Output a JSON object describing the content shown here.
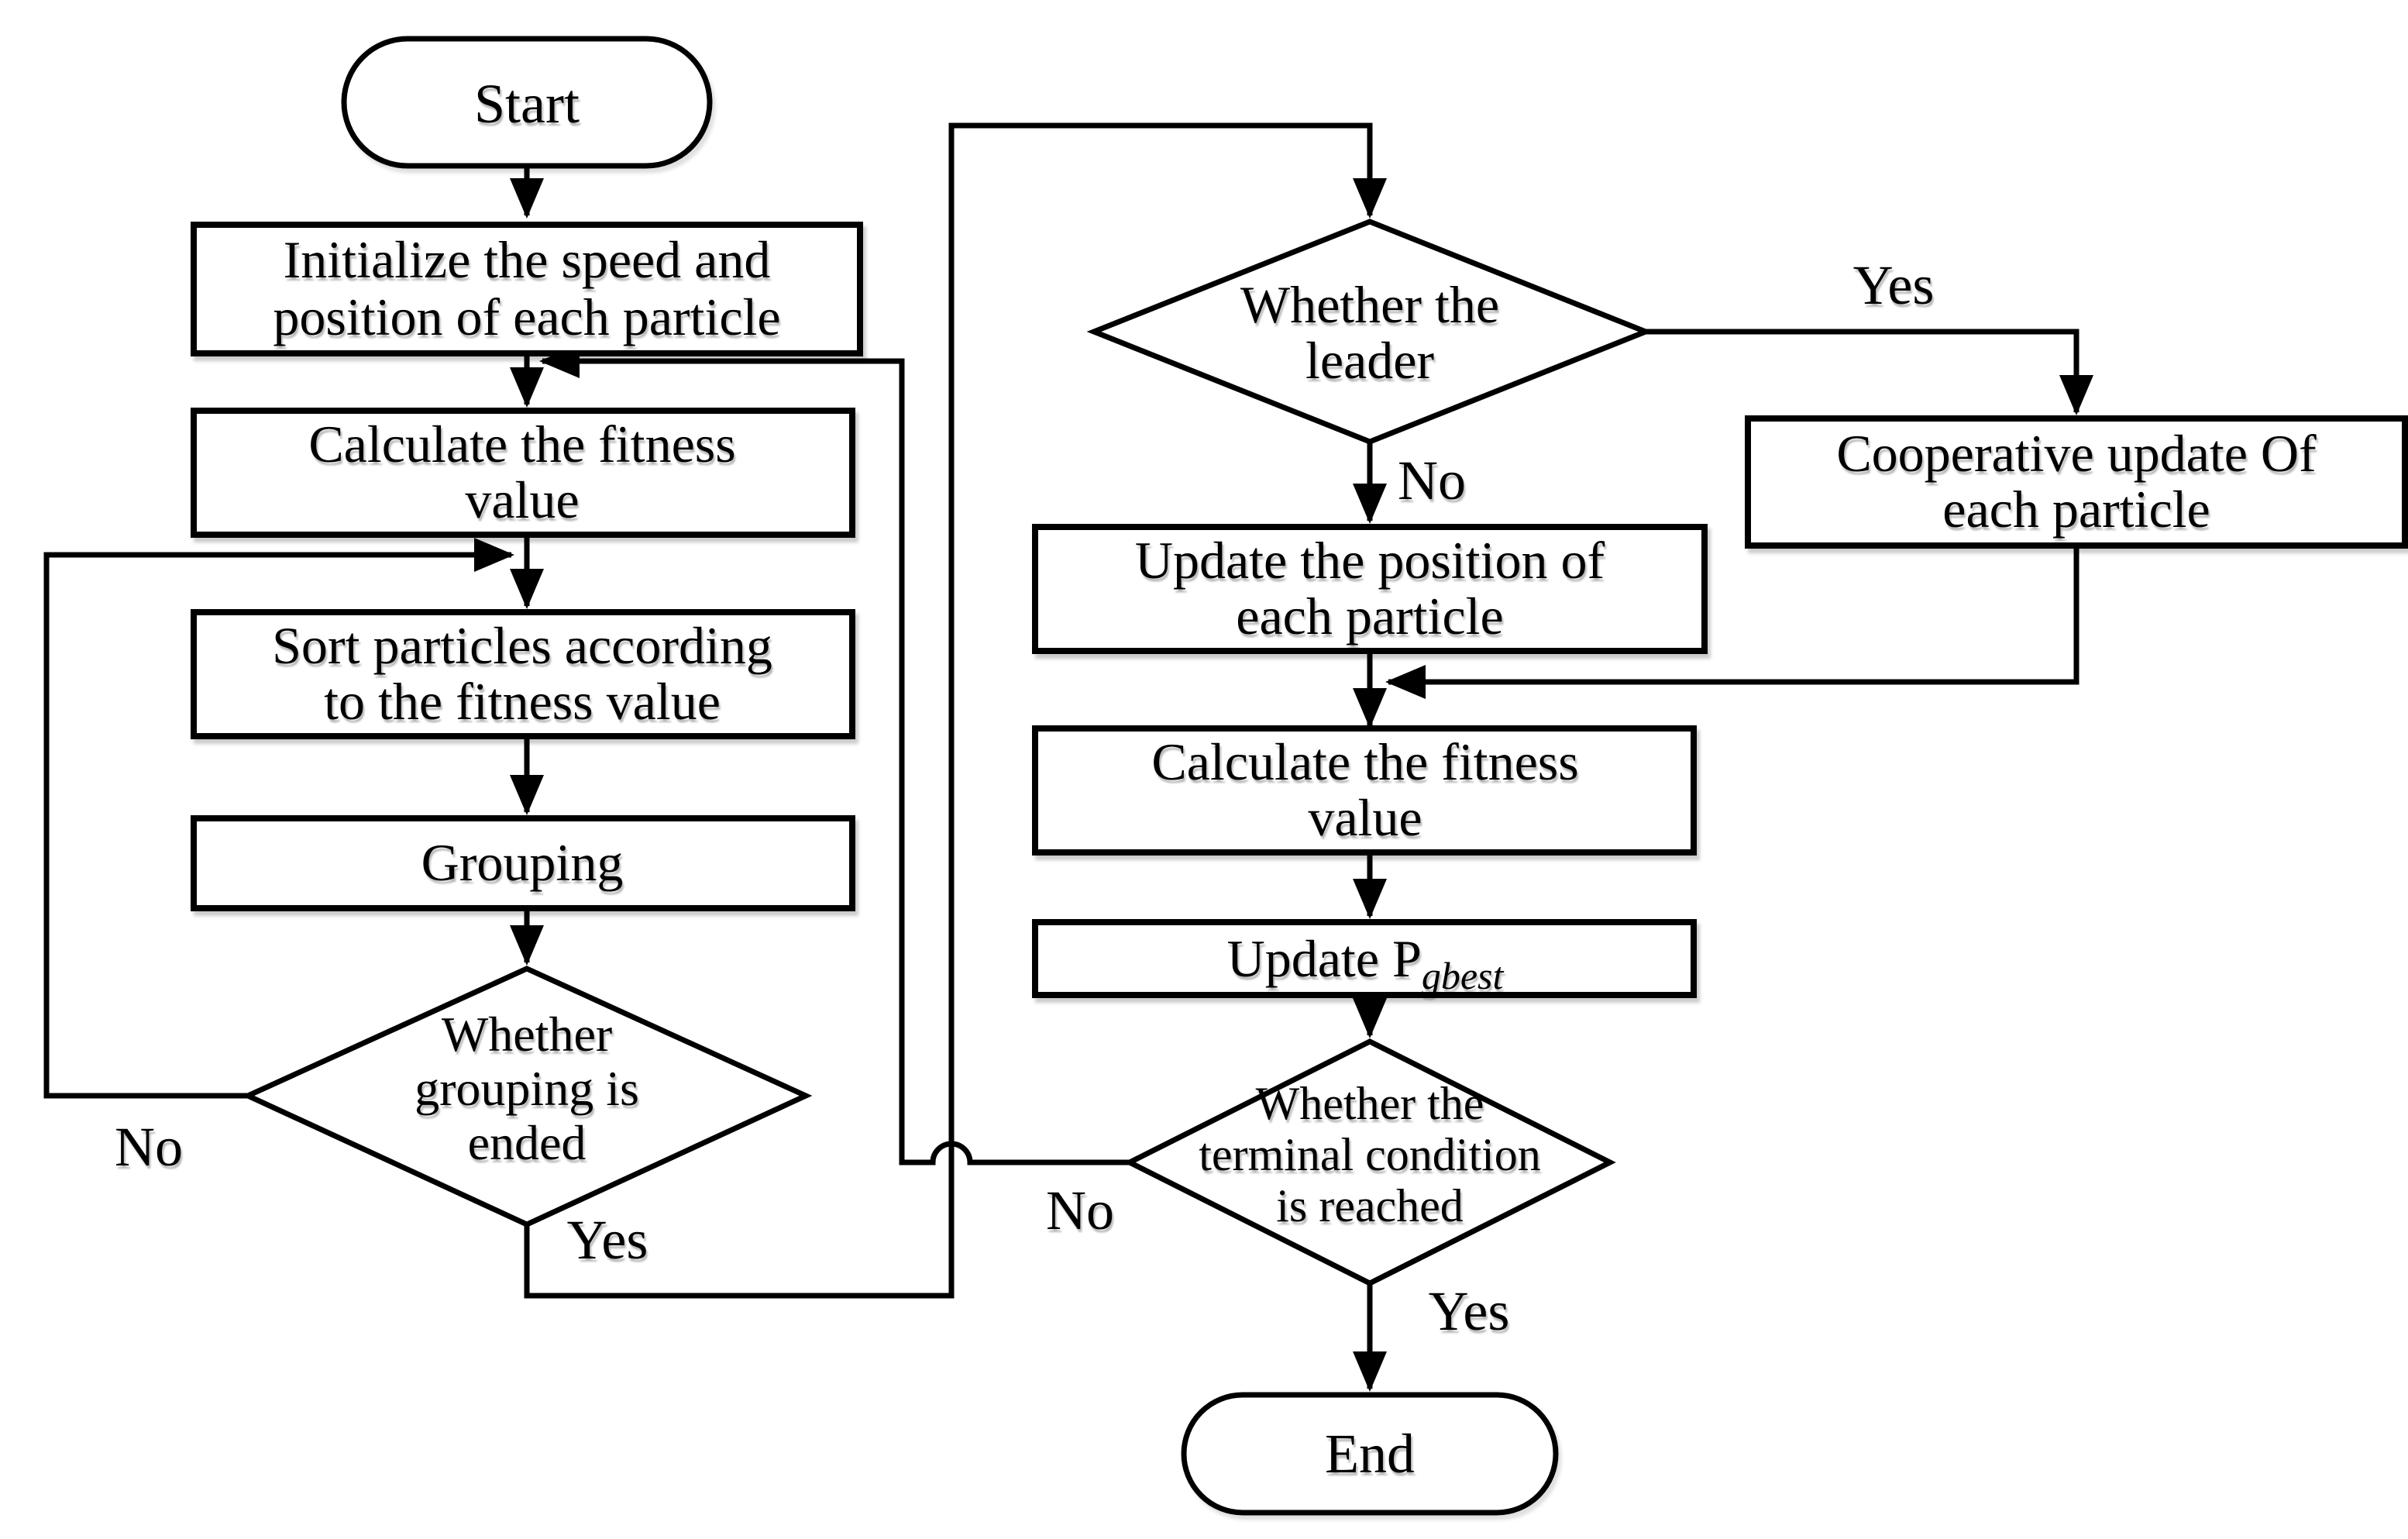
{
  "nodes": {
    "start": {
      "label": "Start"
    },
    "init": {
      "lines": [
        "Initialize the speed and",
        "position of each particle"
      ]
    },
    "calc_left": {
      "lines": [
        "Calculate the fitness",
        "value"
      ]
    },
    "sort": {
      "lines": [
        "Sort particles according",
        "to the fitness value"
      ]
    },
    "grouping": {
      "label": "Grouping"
    },
    "grouping_decision": {
      "lines": [
        "Whether",
        "grouping is",
        "ended"
      ]
    },
    "leader_decision": {
      "lines": [
        "Whether the",
        "leader"
      ]
    },
    "update_position": {
      "lines": [
        "Update the position of",
        "each particle"
      ]
    },
    "calc_right": {
      "lines": [
        "Calculate the fitness",
        "value"
      ]
    },
    "update_pgbest": {
      "label": "Update P",
      "subscript": "gbest"
    },
    "cooperative": {
      "lines": [
        "Cooperative update Of",
        "each particle"
      ]
    },
    "terminal_decision": {
      "lines": [
        "Whether the",
        "terminal condition",
        "is reached"
      ]
    },
    "end": {
      "label": "End"
    }
  },
  "edge_labels": {
    "grouping_no": "No",
    "grouping_yes": "Yes",
    "leader_yes": "Yes",
    "leader_no": "No",
    "terminal_no": "No",
    "terminal_yes": "Yes"
  },
  "colors": {
    "stroke": "#000000",
    "node_fill": "#ffffff",
    "background": "#ffffff"
  }
}
